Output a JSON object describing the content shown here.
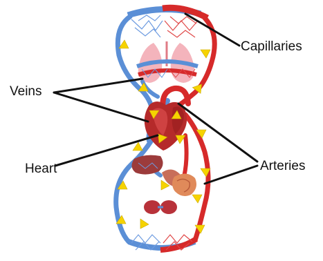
{
  "labels": {
    "capillaries": "Capillaries",
    "veins": "Veins",
    "heart": "Heart",
    "arteries": "Arteries"
  },
  "colors": {
    "artery": "#d62a2a",
    "vein": "#5b8fd6",
    "flow_arrow": "#f6d300",
    "lung": "#f2a7b0",
    "liver": "#9c3b3b",
    "kidney": "#b8323a"
  }
}
